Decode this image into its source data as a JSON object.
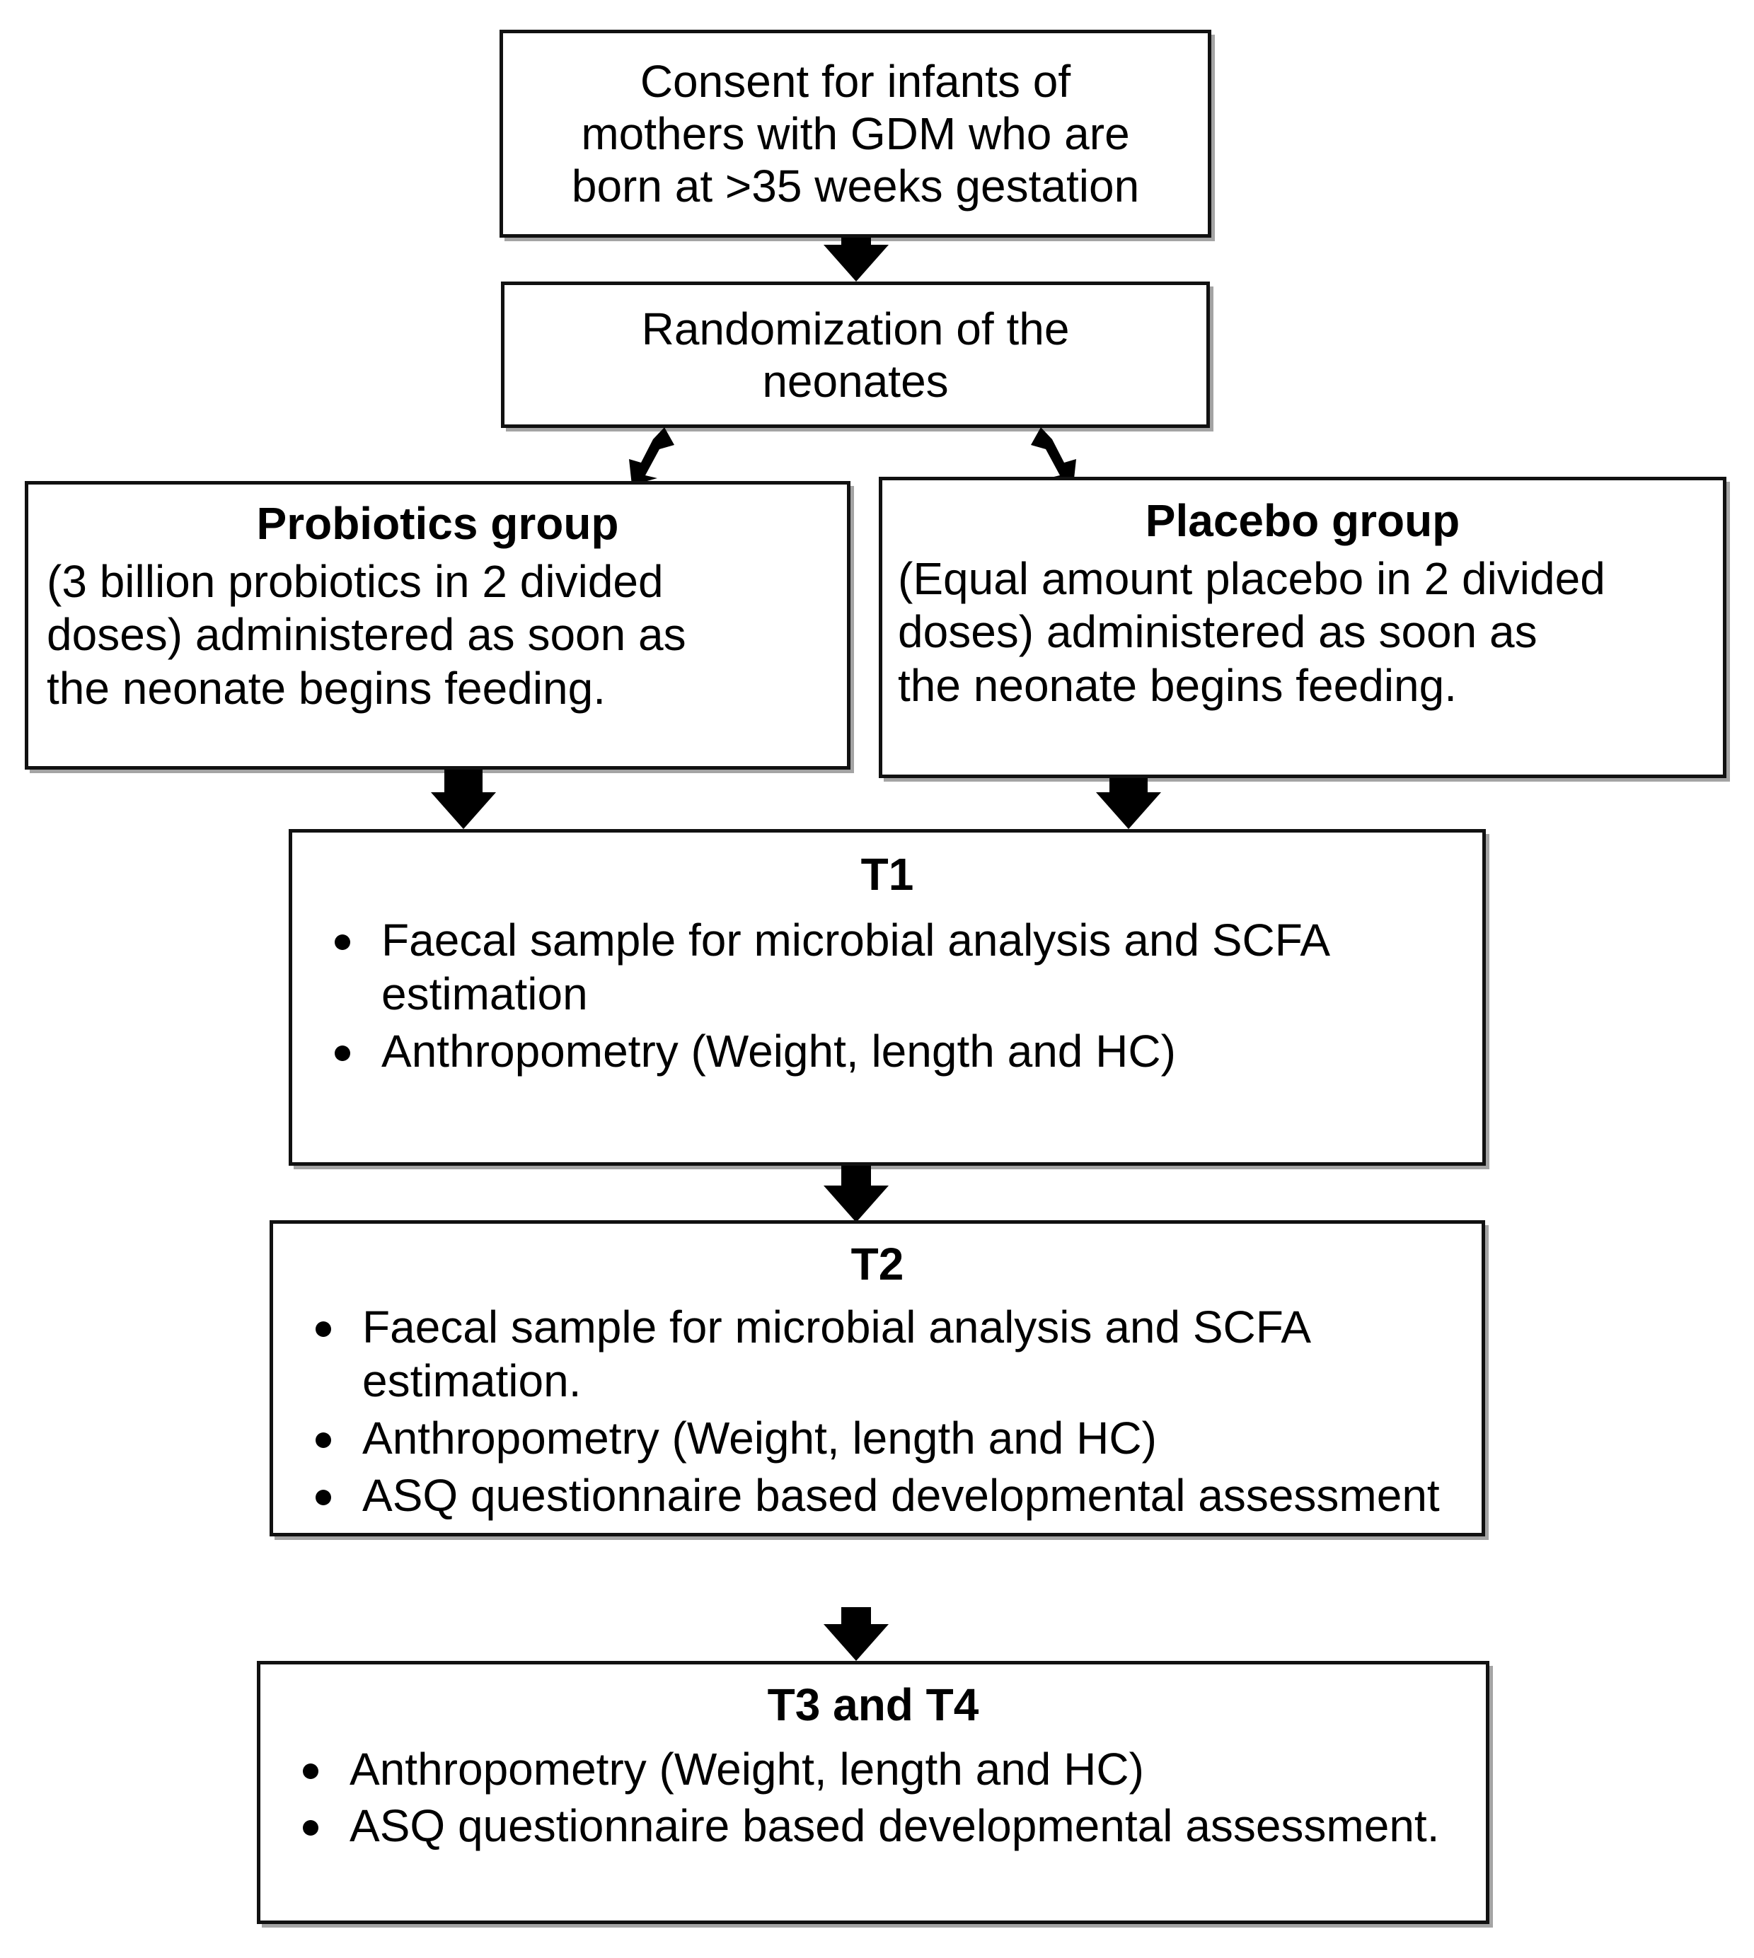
{
  "figure": {
    "type": "flowchart",
    "orientation": "top-to-bottom",
    "background_color": "#ffffff",
    "line_color": "#111111",
    "text_color": "#000000"
  },
  "nodes": {
    "consent": {
      "id": "consent",
      "text_lines": [
        "Consent for infants of",
        "mothers with GDM who are",
        "born at >35 weeks gestation"
      ],
      "full_text": "Consent for infants of mothers with GDM who are born at >35 weeks gestation"
    },
    "randomization": {
      "id": "randomization",
      "text_lines": [
        "Randomization of the",
        "neonates"
      ],
      "full_text": "Randomization of the neonates"
    },
    "probiotics": {
      "id": "probiotics",
      "title": "Probiotics group",
      "body_lines": [
        "(3 billion probiotics in 2 divided",
        "doses) administered as soon as",
        "the neonate begins feeding."
      ],
      "body": "(3 billion probiotics in 2 divided doses) administered as soon as the neonate begins feeding."
    },
    "placebo": {
      "id": "placebo",
      "title": "Placebo group",
      "body_lines": [
        "(Equal amount placebo in 2 divided",
        "doses) administered as soon as",
        "the neonate begins feeding."
      ],
      "body": "(Equal amount placebo in 2 divided doses) administered as soon as the neonate begins feeding."
    },
    "t1": {
      "id": "t1",
      "title": "T1",
      "bullets": [
        "Faecal sample for microbial analysis and SCFA estimation",
        "Anthropometry (Weight, length and HC)"
      ]
    },
    "t2": {
      "id": "t2",
      "title": "T2",
      "bullets": [
        "Faecal sample for microbial analysis and SCFA estimation.",
        "Anthropometry (Weight, length and HC)",
        "ASQ questionnaire based developmental assessment"
      ]
    },
    "t34": {
      "id": "t34",
      "title": "T3 and T4",
      "bullets": [
        "Anthropometry (Weight, length and HC)",
        "ASQ questionnaire based developmental assessment."
      ]
    }
  },
  "edges": [
    {
      "id": "consent-to-randomization",
      "from": "consent",
      "to": "randomization",
      "style": "straight-down-arrow"
    },
    {
      "id": "randomization-to-probiotics",
      "from": "randomization",
      "to": "probiotics",
      "style": "bent-diagonal-arrow-left"
    },
    {
      "id": "randomization-to-placebo",
      "from": "randomization",
      "to": "placebo",
      "style": "bent-diagonal-arrow-right"
    },
    {
      "id": "probiotics-to-t1",
      "from": "probiotics",
      "to": "t1",
      "style": "straight-down-arrow"
    },
    {
      "id": "placebo-to-t1",
      "from": "placebo",
      "to": "t1",
      "style": "straight-down-arrow"
    },
    {
      "id": "t1-to-t2",
      "from": "t1",
      "to": "t2",
      "style": "straight-down-arrow"
    },
    {
      "id": "t2-to-t34",
      "from": "t2",
      "to": "t34",
      "style": "straight-down-arrow"
    }
  ]
}
